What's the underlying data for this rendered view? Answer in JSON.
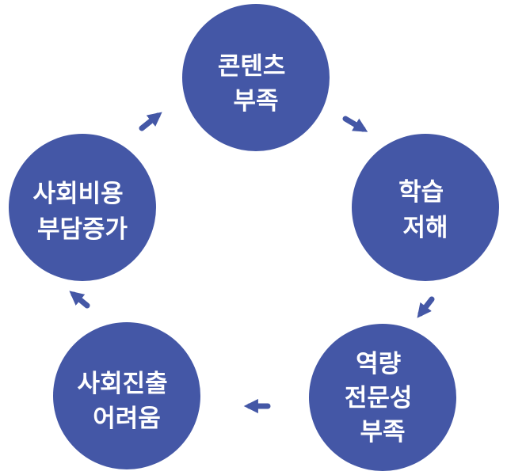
{
  "diagram": {
    "colors": {
      "node": "#4457a6",
      "arrow": "#4457a6",
      "text": "#ffffff",
      "background": "#ffffff"
    },
    "nodes": [
      {
        "id": "content",
        "lines": [
          "콘텐츠",
          "부족"
        ]
      },
      {
        "id": "learning",
        "lines": [
          "학습",
          "저해"
        ]
      },
      {
        "id": "competency",
        "lines": [
          "역량",
          "전문성",
          "부족"
        ]
      },
      {
        "id": "career",
        "lines": [
          "사회진출",
          "어려움"
        ]
      },
      {
        "id": "cost",
        "lines": [
          "사회비용",
          "부담증가"
        ]
      }
    ],
    "arrows": [
      {
        "from": "content",
        "to": "learning",
        "icon": "arrow-icon"
      },
      {
        "from": "learning",
        "to": "competency",
        "icon": "arrow-icon"
      },
      {
        "from": "competency",
        "to": "career",
        "icon": "arrow-icon"
      },
      {
        "from": "career",
        "to": "cost",
        "icon": "arrow-icon"
      },
      {
        "from": "cost",
        "to": "content",
        "icon": "arrow-icon"
      }
    ]
  }
}
